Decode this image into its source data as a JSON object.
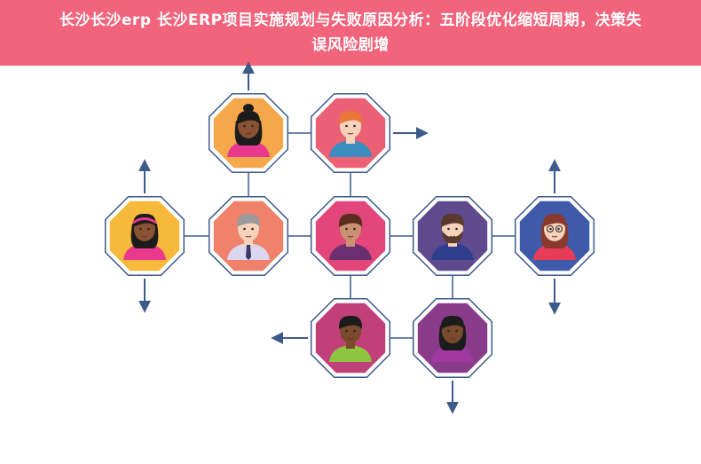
{
  "banner": {
    "title": "长沙长沙erp 长沙ERP项目实施规划与失败原因分析：五阶段优化缩短周期，决策失误风险剧增",
    "bg_color": "#f2637c"
  },
  "diagram": {
    "line_color": "#3d5a8c",
    "nodes": [
      {
        "id": "woman-ponytail",
        "bg": "#f4a74b",
        "skin": "#8a5232",
        "hair": "#1c1c1c",
        "shirt": "#e8398f"
      },
      {
        "id": "man-redhead",
        "bg": "#ec6075",
        "skin": "#f6d2ba",
        "hair": "#e8763a",
        "shirt": "#3a8ec0"
      },
      {
        "id": "woman-headband",
        "bg": "#f6b93b",
        "skin": "#8a5232",
        "hair": "#1c1c1c",
        "shirt": "#e8398f"
      },
      {
        "id": "man-gray-hair",
        "bg": "#f0826b",
        "skin": "#f6d2ba",
        "hair": "#9a9a9a",
        "shirt": "#ddd6f0"
      },
      {
        "id": "man-center",
        "bg": "#e2467b",
        "skin": "#c99172",
        "hair": "#5a2d1c",
        "shirt": "#6b2e6e"
      },
      {
        "id": "man-beard",
        "bg": "#5e4a8c",
        "skin": "#f6d2ba",
        "hair": "#5a3a2c",
        "shirt": "#2e3e8c"
      },
      {
        "id": "woman-glasses",
        "bg": "#3e5aa8",
        "skin": "#f6d2ba",
        "hair": "#8a3a2c",
        "shirt": "#e83b58"
      },
      {
        "id": "man-dark",
        "bg": "#c2407a",
        "skin": "#7a4a2c",
        "hair": "#1c1c1c",
        "shirt": "#8ec63f"
      },
      {
        "id": "woman-curly",
        "bg": "#8a3c8a",
        "skin": "#7a4a2c",
        "hair": "#1c1c1c",
        "shirt": "#a13aa0"
      }
    ]
  }
}
